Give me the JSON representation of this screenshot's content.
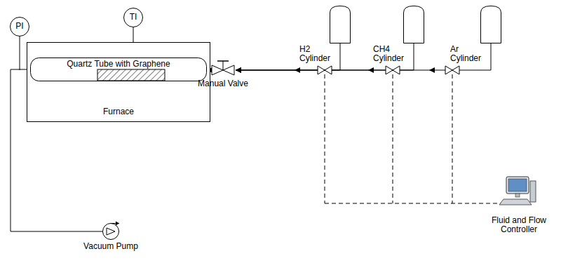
{
  "diagram": {
    "nodes": [
      {
        "text": [
          "PI"
        ]
      },
      {
        "text": [
          "TI"
        ]
      },
      {
        "text": [
          "Furnace"
        ]
      },
      {
        "text": [
          "Quartz Tube with Graphene"
        ],
        "in": 2
      },
      {
        "text": [
          "Manual Valve"
        ]
      },
      {
        "text": [
          "H2 Cylinder"
        ]
      },
      {
        "text": [
          "CH4 Cylinder"
        ]
      },
      {
        "text": [
          "Ar Cylinder"
        ]
      },
      {
        "text": [
          "Fluid and Flow Controller"
        ]
      },
      {
        "text": [
          "Vacuum Pump"
        ]
      }
    ],
    "edges": [
      {
        "from": 1,
        "to": 2,
        "arrow": "none"
      },
      {
        "from": 3,
        "to": 9,
        "arrow": "none"
      },
      {
        "from": 4,
        "to": 3,
        "arrow": "to"
      },
      {
        "from": 5,
        "to": 4,
        "arrow": "to"
      },
      {
        "from": 6,
        "to": 4,
        "arrow": "to"
      },
      {
        "from": 7,
        "to": 4,
        "arrow": "to"
      }
    ]
  }
}
